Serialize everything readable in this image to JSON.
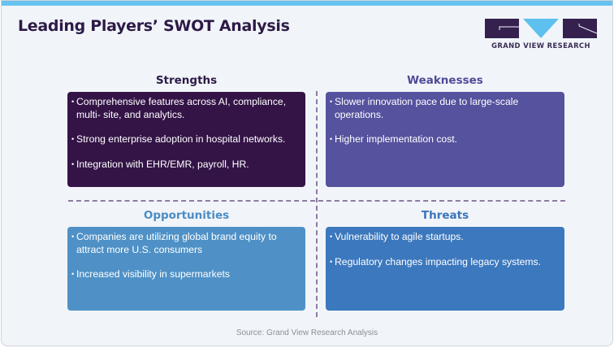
{
  "header": {
    "title": "Leading Players’ SWOT Analysis",
    "accent_bar_color": "#66c2ee"
  },
  "logo": {
    "text": "GRAND VIEW RESEARCH",
    "block_color": "#35204e",
    "triangle_color": "#5ec0ee"
  },
  "quadrants": {
    "strengths": {
      "label": "Strengths",
      "label_color": "#2d1a47",
      "box_color": "#341447",
      "items": [
        "Comprehensive features across AI, compliance, multi- site, and analytics.",
        "Strong enterprise adoption in hospital networks.",
        "Integration with EHR/EMR, payroll, HR."
      ]
    },
    "weaknesses": {
      "label": "Weaknesses",
      "label_color": "#4f4a98",
      "box_color": "#55529e",
      "items": [
        "Slower innovation pace due to large-scale operations.",
        "Higher implementation cost."
      ]
    },
    "opportunities": {
      "label": "Opportunities",
      "label_color": "#4a8cc4",
      "box_color": "#4f91c6",
      "items": [
        "Companies are utilizing global brand equity to attract more U.S. consumers",
        "Increased visibility in supermarkets"
      ]
    },
    "threats": {
      "label": "Threats",
      "label_color": "#3a74b8",
      "box_color": "#3c78bd",
      "items": [
        "Vulnerability to agile startups.",
        "Regulatory changes impacting legacy systems."
      ]
    }
  },
  "footer": {
    "source": "Source: Grand View Research Analysis"
  }
}
